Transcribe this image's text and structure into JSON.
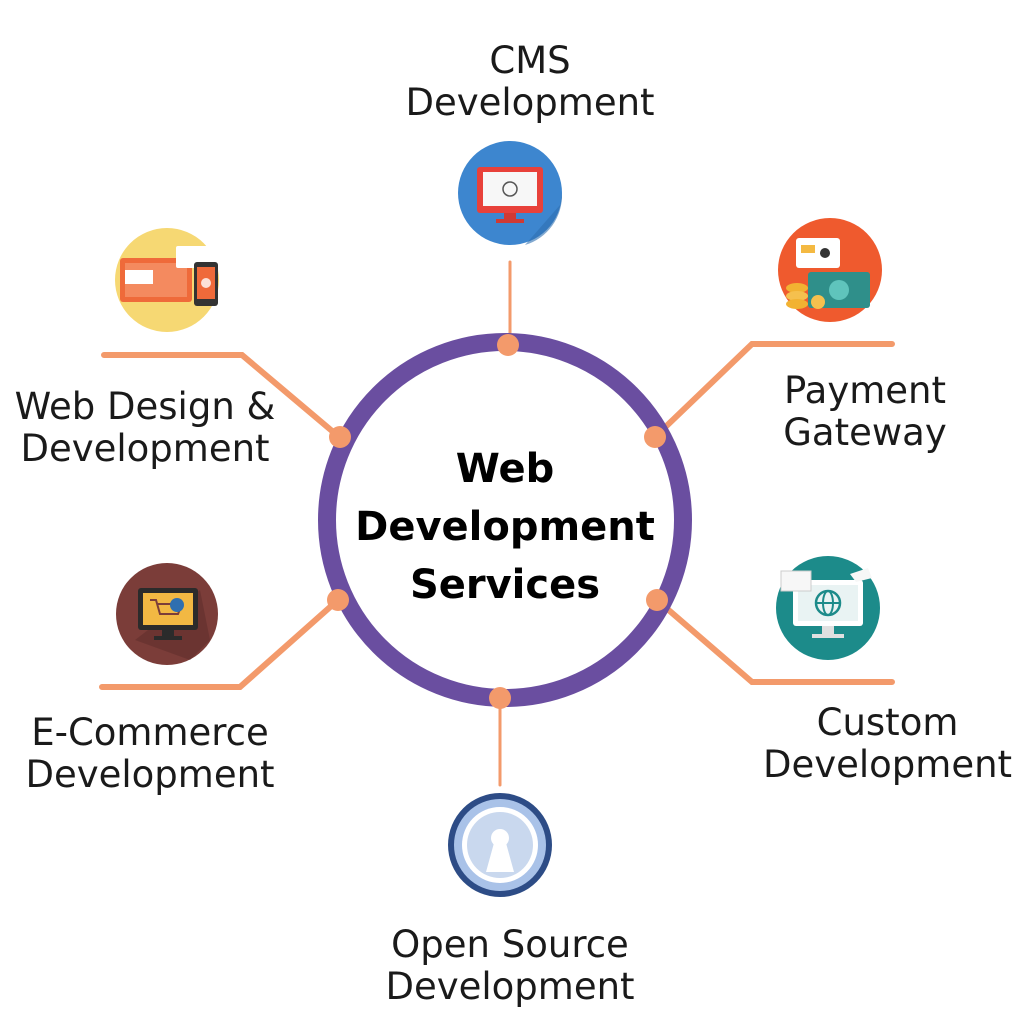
{
  "center": {
    "line1": "Web",
    "line2": "Development",
    "line3": "Services"
  },
  "services": {
    "cms": {
      "line1": "CMS",
      "line2": "Development",
      "icon": "cms-monitor-icon"
    },
    "payment": {
      "line1": "Payment",
      "line2": "Gateway",
      "icon": "payment-cash-icon"
    },
    "custom": {
      "line1": "Custom",
      "line2": "Development",
      "icon": "custom-globe-monitor-icon"
    },
    "opensource": {
      "line1": "Open Source",
      "line2": "Development",
      "icon": "open-source-icon"
    },
    "ecommerce": {
      "line1": "E-Commerce",
      "line2": "Development",
      "icon": "ecommerce-cart-monitor-icon"
    },
    "webdesign": {
      "line1": "Web Design &",
      "line2": "Development",
      "icon": "web-design-devices-icon"
    }
  },
  "colors": {
    "ring": "#6a4ea0",
    "connector": "#f39a6b",
    "node": "#f39a6b"
  }
}
